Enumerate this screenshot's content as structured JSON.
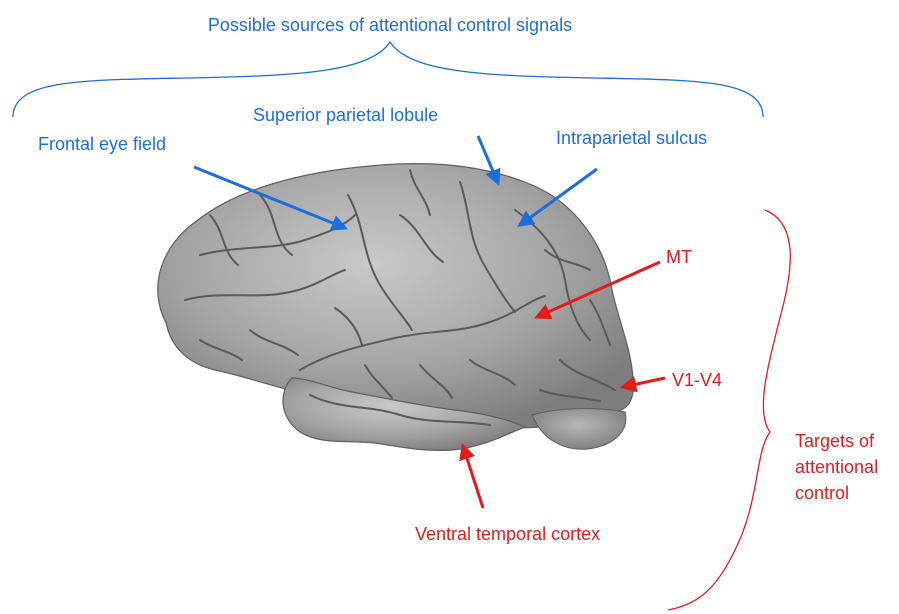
{
  "sources": {
    "title": "Possible sources of attentional control signals",
    "frontal_eye_field": "Frontal eye field",
    "superior_parietal_lobule": "Superior parietal lobule",
    "intraparietal_sulcus": "Intraparietal sulcus"
  },
  "targets": {
    "mt": "MT",
    "v1_v4": "V1-V4",
    "ventral_temporal_cortex": "Ventral temporal cortex",
    "heading": "Targets of attentional control"
  },
  "colors": {
    "sources": "#1a6fdc",
    "targets": "#e31b1b",
    "brain": "#a9a9a9"
  }
}
